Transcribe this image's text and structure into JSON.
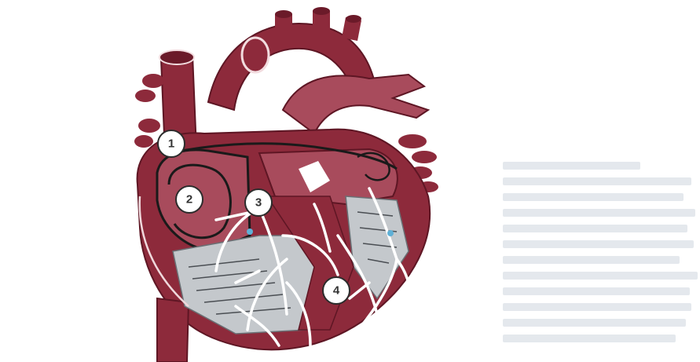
{
  "diagram": {
    "markers": [
      {
        "label": "1"
      },
      {
        "label": "2"
      },
      {
        "label": "3"
      },
      {
        "label": "4"
      }
    ]
  },
  "colors": {
    "myocardium": "#8d2a3b",
    "chamber_wall": "#a84b5c",
    "chamber_interior": "#c4c8cc",
    "conduction_path": "#ffffff",
    "outline": "#1a1a1a",
    "marker_fill": "#ffffff",
    "marker_stroke": "#2c2c2c"
  }
}
